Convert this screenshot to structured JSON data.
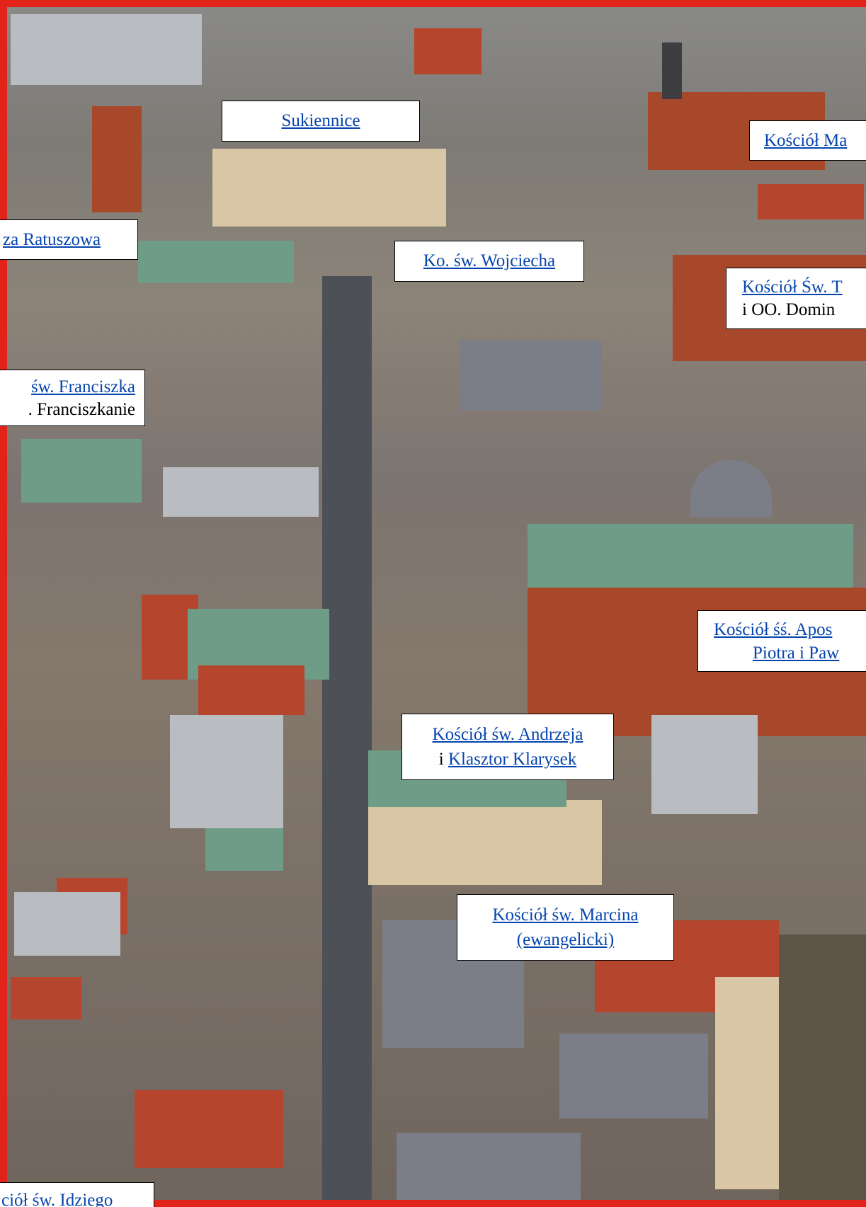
{
  "labels": {
    "sukiennice": "Sukiennice",
    "kosciol_mariacki": "Kościół Ma",
    "wieza_ratuszowa": "za Ratuszowa",
    "ko_wojciecha": "Ko. św. Wojciecha",
    "kosciol_sw_t": "Kościół Św. T",
    "dominikanie_suffix": "i OO. Domin",
    "franciszka": "św. Franciszka",
    "franciszkanie_suffix": ". Franciszkanie",
    "apostolow_line1": "Kościół śś. Apos",
    "apostolow_line2": "Piotra i Paw",
    "andrzeja_line1": "Kościół św. Andrzeja",
    "andrzeja_conj": "i",
    "andrzeja_link2": "Klasztor Klarysek",
    "marcina_line1": "Kościół św. Marcina",
    "marcina_line2": "(ewangelicki)",
    "idziego": "ciół św. Idziego"
  },
  "colors": {
    "frame_border": "#e2231a",
    "link": "#0645ad",
    "label_background": "#ffffff"
  }
}
